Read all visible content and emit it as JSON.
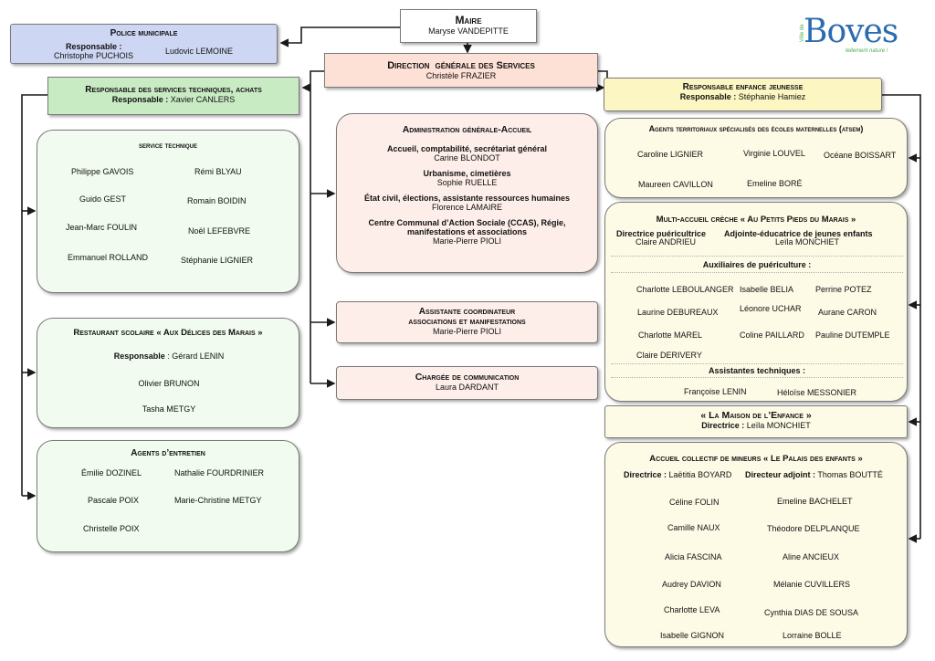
{
  "maire": {
    "title": "Maire",
    "name": "Maryse VANDEPITTE"
  },
  "police": {
    "title": "Police municipale",
    "resp_label": "Responsable :",
    "resp_name": "Christophe PUCHOIS",
    "member": "Ludovic LEMOINE"
  },
  "dgs": {
    "title": "Direction  générale des Services",
    "name": "Christèle FRAZIER"
  },
  "logo": {
    "brand": "Boves",
    "side": "Ville de",
    "tagline": "tellement nature !"
  },
  "rst": {
    "title": "Responsable des services techniques, achats",
    "resp_label": "Responsable :",
    "resp_name": "Xavier CANLERS"
  },
  "service_technique": {
    "title": "service technique",
    "people": [
      "Philippe GAVOIS",
      "Rémi BLYAU",
      "Guido GEST",
      "Romain BOIDIN",
      "Jean-Marc FOULIN",
      "Noël LEFEBVRE",
      "Emmanuel ROLLAND",
      "Stéphanie LIGNIER"
    ]
  },
  "restaurant": {
    "title": "Restaurant scolaire « Aux Délices des Marais »",
    "resp_label": "Responsable",
    "resp_name": ": Gérard LENIN",
    "people": [
      "Olivier BRUNON",
      "Tasha METGY"
    ]
  },
  "entretien": {
    "title": "Agents d’entretien",
    "people": [
      "Émilie DOZINEL",
      "Nathalie FOURDRINIER",
      "Pascale POIX",
      "Marie-Christine METGY",
      "Christelle POIX"
    ]
  },
  "admin": {
    "title": "Administration générale-Accueil",
    "sections": [
      {
        "label": "Accueil, comptabilité, secrétariat général",
        "name": "Carine BLONDOT"
      },
      {
        "label": "Urbanisme, cimetières",
        "name": "Sophie RUELLE"
      },
      {
        "label": "État civil, élections, assistante ressources humaines",
        "name": "Florence LAMAIRE"
      },
      {
        "label": "Centre Communal d’Action Sociale (CCAS), Régie, manifestations et associations",
        "name": "Marie-Pierre PIOLI"
      }
    ]
  },
  "assistante": {
    "title1": "Assistante coordinateur",
    "title2": "associations et manifestations",
    "name": "Marie-Pierre PIOLI"
  },
  "communication": {
    "title": "Chargée de communication",
    "name": "Laura DARDANT"
  },
  "rej": {
    "title": "Responsable enfance jeunesse",
    "resp_label": "Responsable :",
    "resp_name": "Stéphanie Hamiez"
  },
  "atsem": {
    "title": "Agents territoriaux spécialisés des écoles maternelles (atsem)",
    "people": [
      "Caroline LIGNIER",
      "Virginie LOUVEL",
      "Océane BOISSART",
      "Maureen CAVILLON",
      "Emeline BORÉ"
    ]
  },
  "creche": {
    "title": "Multi-accueil crèche « Au Petits Pieds du Marais »",
    "dir_label": "Directrice puéricultrice",
    "dir_name": "Claire ANDRIEU",
    "adj_label": "Adjointe-éducatrice de jeunes enfants",
    "adj_name": "Leïla MONCHIET",
    "aux_title": "Auxiliaires de puériculture :",
    "aux": [
      "Charlotte LEBOULANGER",
      "Isabelle BELIA",
      "Perrine POTEZ",
      "Laurine DEBUREAUX",
      "Léonore UCHAR",
      "Aurane CARON",
      "Charlotte MAREL",
      "Coline PAILLARD",
      "Pauline DUTEMPLE",
      "Claire DERIVERY"
    ],
    "tech_title": "Assistantes techniques :",
    "tech": [
      "Françoise LENIN",
      "Héloïse MESSONIER"
    ]
  },
  "maison": {
    "title": "« La Maison de l’Enfance »",
    "dir_label": "Directrice :",
    "dir_name": "Leïla MONCHIET"
  },
  "palais": {
    "title": "Accueil collectif de mineurs  « Le Palais des enfants »",
    "dir_label": "Directrice :",
    "dir_name": "Laëtitia BOYARD",
    "adj_label": "Directeur adjoint :",
    "adj_name": "Thomas BOUTTÉ",
    "people": [
      "Céline FOLIN",
      "Emeline BACHELET",
      "Camille NAUX",
      "Théodore DELPLANQUE",
      "Alicia FASCINA",
      "Aline ANCIEUX",
      "Audrey DAVION",
      "Mélanie CUVILLERS",
      "Charlotte LEVA",
      "Cynthia DIAS DE SOUSA",
      "Isabelle GIGNON",
      "Lorraine BOLLE"
    ]
  },
  "colors": {
    "line": "#1a1a1a",
    "logo_blue": "#2b6cb0",
    "logo_green": "#4caf50"
  }
}
